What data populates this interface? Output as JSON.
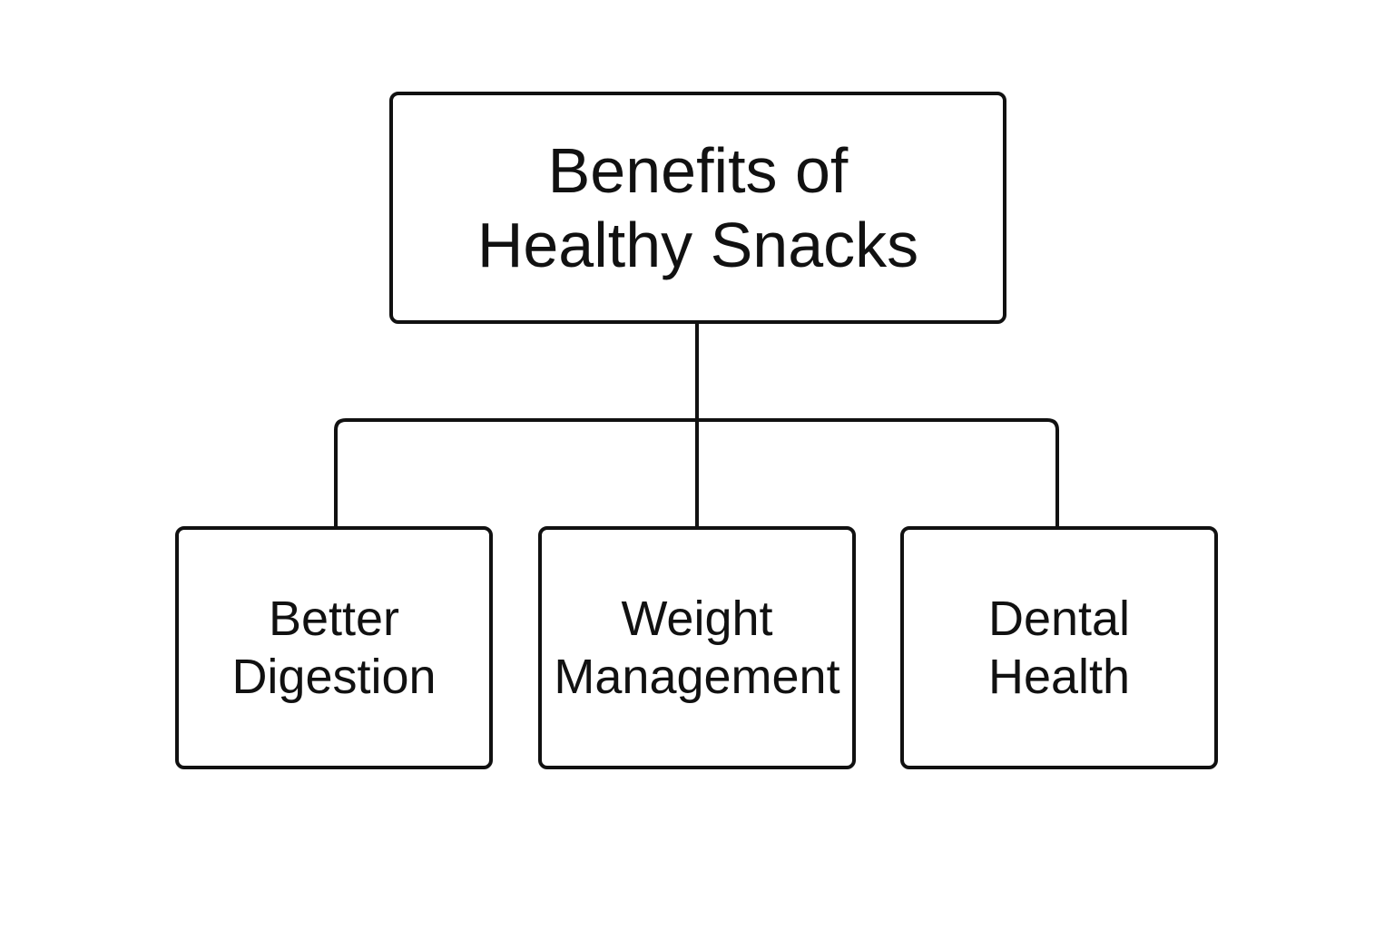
{
  "diagram": {
    "root": {
      "label": "Benefits of\nHealthy Snacks"
    },
    "children": [
      {
        "label": "Better\nDigestion"
      },
      {
        "label": "Weight\nManagement"
      },
      {
        "label": "Dental\nHealth"
      }
    ]
  },
  "colors": {
    "stroke": "#111111",
    "background": "#ffffff"
  }
}
